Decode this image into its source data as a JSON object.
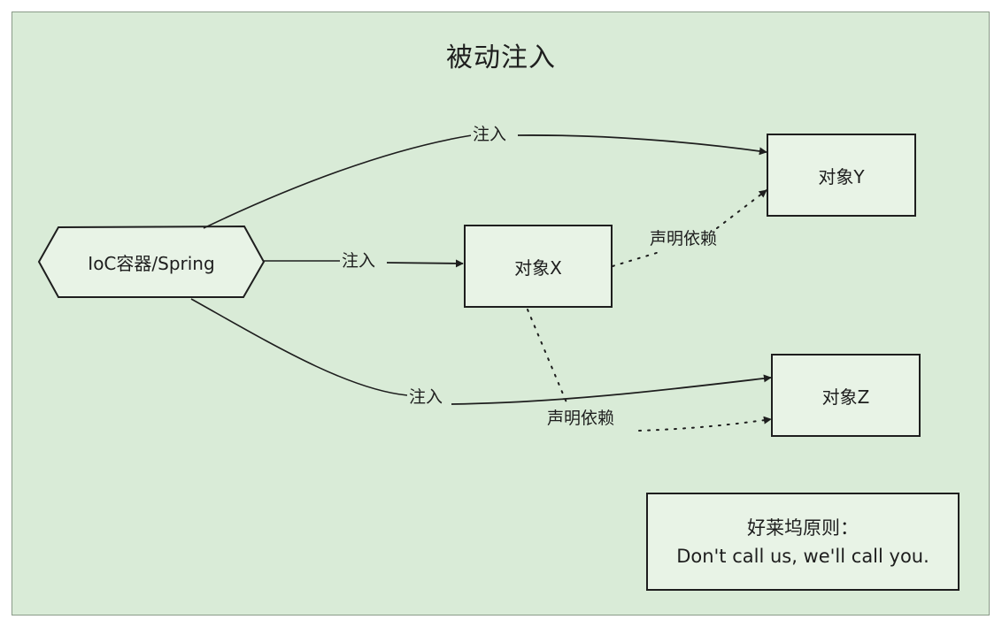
{
  "diagram": {
    "title": "被动注入",
    "nodes": {
      "container": "IoC容器/Spring",
      "object_x": "对象X",
      "object_y": "对象Y",
      "object_z": "对象Z"
    },
    "edges": [
      {
        "from": "container",
        "to": "object_y",
        "label": "注入",
        "style": "solid"
      },
      {
        "from": "container",
        "to": "object_x",
        "label": "注入",
        "style": "solid"
      },
      {
        "from": "container",
        "to": "object_z",
        "label": "注入",
        "style": "solid"
      },
      {
        "from": "object_x",
        "to": "object_y",
        "label": "声明依赖",
        "style": "dotted"
      },
      {
        "from": "object_x",
        "to": "object_z",
        "label": "声明依赖",
        "style": "dotted"
      }
    ],
    "note": {
      "line1": "好莱坞原则：",
      "line2": "Don't call us, we'll call you."
    },
    "colors": {
      "background": "#d9ebd7",
      "node_fill": "#e8f3e6",
      "stroke": "#1e1e1e"
    }
  }
}
